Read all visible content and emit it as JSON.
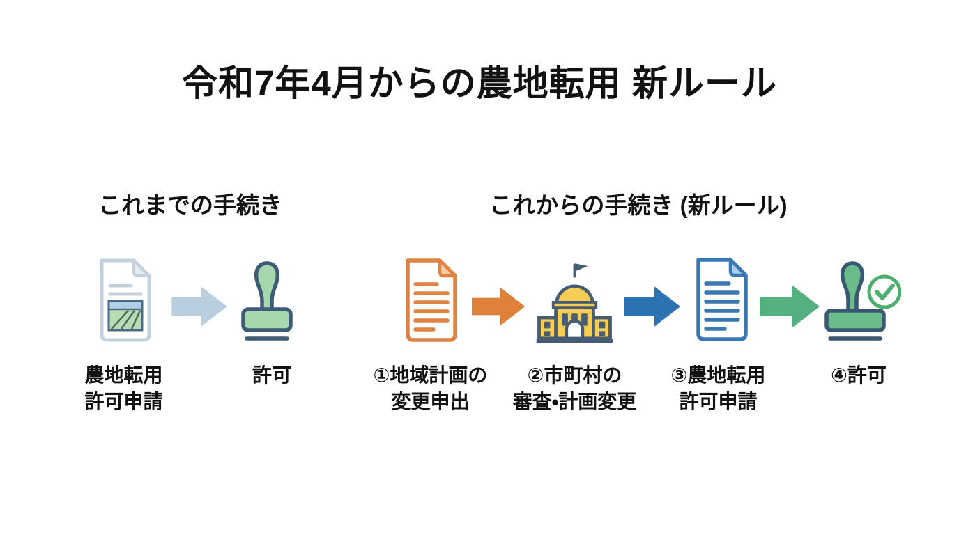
{
  "title": "令和7年4月からの農地転用 新ルール",
  "old_flow": {
    "header": "これまでの手続き",
    "arrow_color": "#b9cfdf",
    "steps": [
      {
        "icon": "farmland-application-document",
        "label": "農地転用\n許可申請"
      },
      {
        "icon": "approval-stamp",
        "label": "許可"
      }
    ]
  },
  "new_flow": {
    "header": "これからの手続き (新ルール)",
    "arrow_colors": {
      "first": "#e0813a",
      "second": "#2d73b1",
      "third": "#55b080"
    },
    "steps": [
      {
        "icon": "plan-change-document",
        "label": "①地域計画の\n変更申出"
      },
      {
        "icon": "government-building",
        "label": "②市町村の\n審査・計画変更"
      },
      {
        "icon": "permit-application-document",
        "label": "③農地転用\n許可申請"
      },
      {
        "icon": "approved-stamp-with-check",
        "label": "④許可"
      }
    ]
  },
  "colors": {
    "background": "#ffffff",
    "text": "#111111",
    "old_arrow": "#b9cfdf",
    "document_gray_outline": "#c3d0dd",
    "field_sky_blue": "#aed0e8",
    "field_green": "#b8dcb2",
    "orange": "#dd8445",
    "orange_fold": "#f8c9a2",
    "blue": "#3a78b4",
    "blue_fold": "#a9cbec",
    "building_yellow": "#f6cd55",
    "slate_outline": "#475d73",
    "stamp_green_light": "#a7d7ac",
    "stamp_green": "#6abc8c",
    "green_arrow": "#55b080",
    "check_green": "#4caf6e"
  }
}
